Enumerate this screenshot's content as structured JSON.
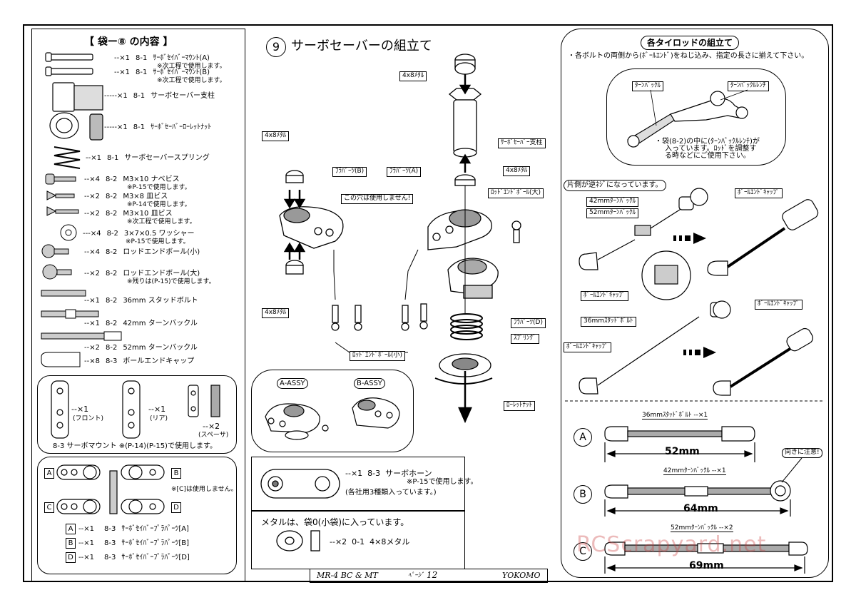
{
  "bag_contents": {
    "title": "【 袋ー⑧ の内容 】",
    "items": [
      {
        "qty": "--×1",
        "ref": "8-1",
        "name": "ｻｰﾎﾞｾｲﾊﾞｰﾏｳﾝﾄ(A)",
        "note": "※次工程で使用します。"
      },
      {
        "qty": "--×1",
        "ref": "8-1",
        "name": "ｻｰﾎﾞｾｲﾊﾞｰﾏｳﾝﾄ(B)",
        "note": "※次工程で使用します。"
      },
      {
        "qty": "-----×1",
        "ref": "8-1",
        "name": "サーボセーバー支柱",
        "note": ""
      },
      {
        "qty": "-----×1",
        "ref": "8-1",
        "name": "ｻｰﾎﾞｾｰﾊﾞｰﾛｰﾚｯﾄﾅｯﾄ",
        "note": ""
      },
      {
        "qty": "--×1",
        "ref": "8-1",
        "name": "サーボセーバースプリング",
        "note": ""
      },
      {
        "qty": "--×4",
        "ref": "8-2",
        "name": "M3×10 ナベビス",
        "note": "※P-15で使用します。"
      },
      {
        "qty": "--×2",
        "ref": "8-2",
        "name": "M3×8 皿ビス",
        "note": "※P-14で使用します。"
      },
      {
        "qty": "--×2",
        "ref": "8-2",
        "name": "M3×10 皿ビス",
        "note": "※次工程で使用します。"
      },
      {
        "qty": "---×4",
        "ref": "8-2",
        "name": "3×7×0.5 ワッシャー",
        "note": "※P-15で使用します。"
      },
      {
        "qty": "--×4",
        "ref": "8-2",
        "name": "ロッドエンドボール(小)",
        "note": ""
      },
      {
        "qty": "--×2",
        "ref": "8-2",
        "name": "ロッドエンドボール(大)",
        "note": "※残りは(P-15)で使用します。"
      },
      {
        "qty": "--×1",
        "ref": "8-2",
        "name": "36mm スタッドボルト",
        "note": ""
      },
      {
        "qty": "--×1",
        "ref": "8-2",
        "name": "42mm ターンバックル",
        "note": ""
      },
      {
        "qty": "--×2",
        "ref": "8-2",
        "name": "52mm ターンバックル",
        "note": ""
      },
      {
        "qty": "--×8",
        "ref": "8-3",
        "name": "ボールエンドキャップ",
        "note": ""
      }
    ]
  },
  "servo_mount": {
    "front_qty": "--×1",
    "front_label": "(フロント)",
    "rear_qty": "--×1",
    "rear_label": "(リア)",
    "spacer_qty": "--×2",
    "spacer_label": "(スペーサ)",
    "caption": "8-3 サーボマウント ※(P-14)(P-15)で使用します。"
  },
  "parts_tree": {
    "note": "※[C]は使用しません。",
    "labels": [
      "A",
      "B",
      "C",
      "D"
    ],
    "rows": [
      {
        "key": "A",
        "qty": "--×1",
        "ref": "8-3",
        "name": "ｻｰﾎﾞｾｲﾊﾞｰﾌﾟﾗﾊﾟｰﾂ[A]"
      },
      {
        "key": "B",
        "qty": "--×1",
        "ref": "8-3",
        "name": "ｻｰﾎﾞｾｲﾊﾞｰﾌﾟﾗﾊﾟｰﾂ[B]"
      },
      {
        "key": "D",
        "qty": "--×1",
        "ref": "8-3",
        "name": "ｻｰﾎﾞｾｲﾊﾞｰﾌﾟﾗﾊﾟｰﾂ[D]"
      }
    ]
  },
  "step": {
    "number": "9",
    "title": "サーボセーバーの組立て",
    "labels": {
      "metal_top": "4x8ﾒﾀﾙ",
      "metal_left_top": "4x8ﾒﾀﾙ",
      "metal_left_bottom": "4x8ﾒﾀﾙ",
      "metal_mid": "4x8ﾒﾀﾙ",
      "post": "ｻｰﾎﾞｾｰﾊﾞｰ支柱",
      "flapart_b": "ﾌﾗﾊﾟｰﾂ(B)",
      "flapart_a": "ﾌﾗﾊﾟｰﾂ(A)",
      "flapart_d": "ﾌﾗﾊﾟｰﾂ(D)",
      "hole_note": "この穴は使用しません!",
      "rodend_large": "ﾛｯﾄﾞｴﾝﾄﾞﾎﾞｰﾙ(大)",
      "rodend_small": "ﾛｯﾄﾞｴﾝﾄﾞﾎﾞｰﾙ(小)",
      "spring": "ｽﾌﾟﾘﾝｸﾞ",
      "knurl_nut": "ﾛｰﾚｯﾄﾅｯﾄ"
    },
    "assy_a": "A-ASSY",
    "assy_b": "B-ASSY"
  },
  "servo_horn": {
    "qty": "--×1",
    "ref": "8-3",
    "name": "サーボホーン",
    "note1": "※P-15で使用します。",
    "note2": "(各社用3種類入っています。)"
  },
  "metal": {
    "heading": "メタルは、袋0(小袋)に入っています。",
    "qty": "--×2",
    "ref": "0-1",
    "name": "4×8メタル"
  },
  "tierod": {
    "title": "各タイロッドの組立て",
    "instruction": "・各ボルトの両側から(ﾎﾞｰﾙｴﾝﾄﾞ)をねじ込み、指定の長さに揃えて下さい。",
    "wrench_labels": {
      "turnbuckle": "ﾀｰﾝﾊﾞｯｸﾙ",
      "wrench": "ﾀｰﾝﾊﾞｯｸﾙﾚﾝﾁ"
    },
    "wrench_note": [
      "・袋(8-2)の中に(ﾀｰﾝﾊﾞｯｸﾙﾚﾝﾁ)が",
      "入っています。ﾛｯﾄﾞを調整す",
      "る時などにご使用下さい。"
    ],
    "reverse_note": "片側が逆ﾈｼﾞになっています。",
    "lbl_42": "42mmﾀｰﾝﾊﾞｯｸﾙ",
    "lbl_52": "52mmﾀｰﾝﾊﾞｯｸﾙ",
    "lbl_cap1": "ﾎﾞｰﾙｴﾝﾄﾞｷｬｯﾌﾟ",
    "lbl_cap2": "ﾎﾞｰﾙｴﾝﾄﾞｷｬｯﾌﾟ",
    "lbl_stud": "36mmｽﾀｯﾄﾞﾎﾞﾙﾄ",
    "lbl_cap3": "ﾎﾞｰﾙｴﾝﾄﾞｷｬｯﾌﾟ",
    "lbl_cap4": "ﾎﾞｰﾙｴﾝﾄﾞｷｬｯﾌﾟ",
    "caution": "向きに注意!",
    "rods": [
      {
        "key": "A",
        "part": "36mmｽﾀｯﾄﾞﾎﾞﾙﾄ --×1",
        "length": "52mm"
      },
      {
        "key": "B",
        "part": "42mmﾀｰﾝﾊﾞｯｸﾙ --×1",
        "length": "64mm"
      },
      {
        "key": "C",
        "part": "52mmﾀｰﾝﾊﾞｯｸﾙ --×2",
        "length": "69mm"
      }
    ]
  },
  "footer": {
    "model": "MR-4 BC & MT",
    "page_label": "ﾍﾟｰｼﾞ",
    "page": "12",
    "brand": "YOKOMO"
  },
  "watermark": "RCScrapyard.net"
}
